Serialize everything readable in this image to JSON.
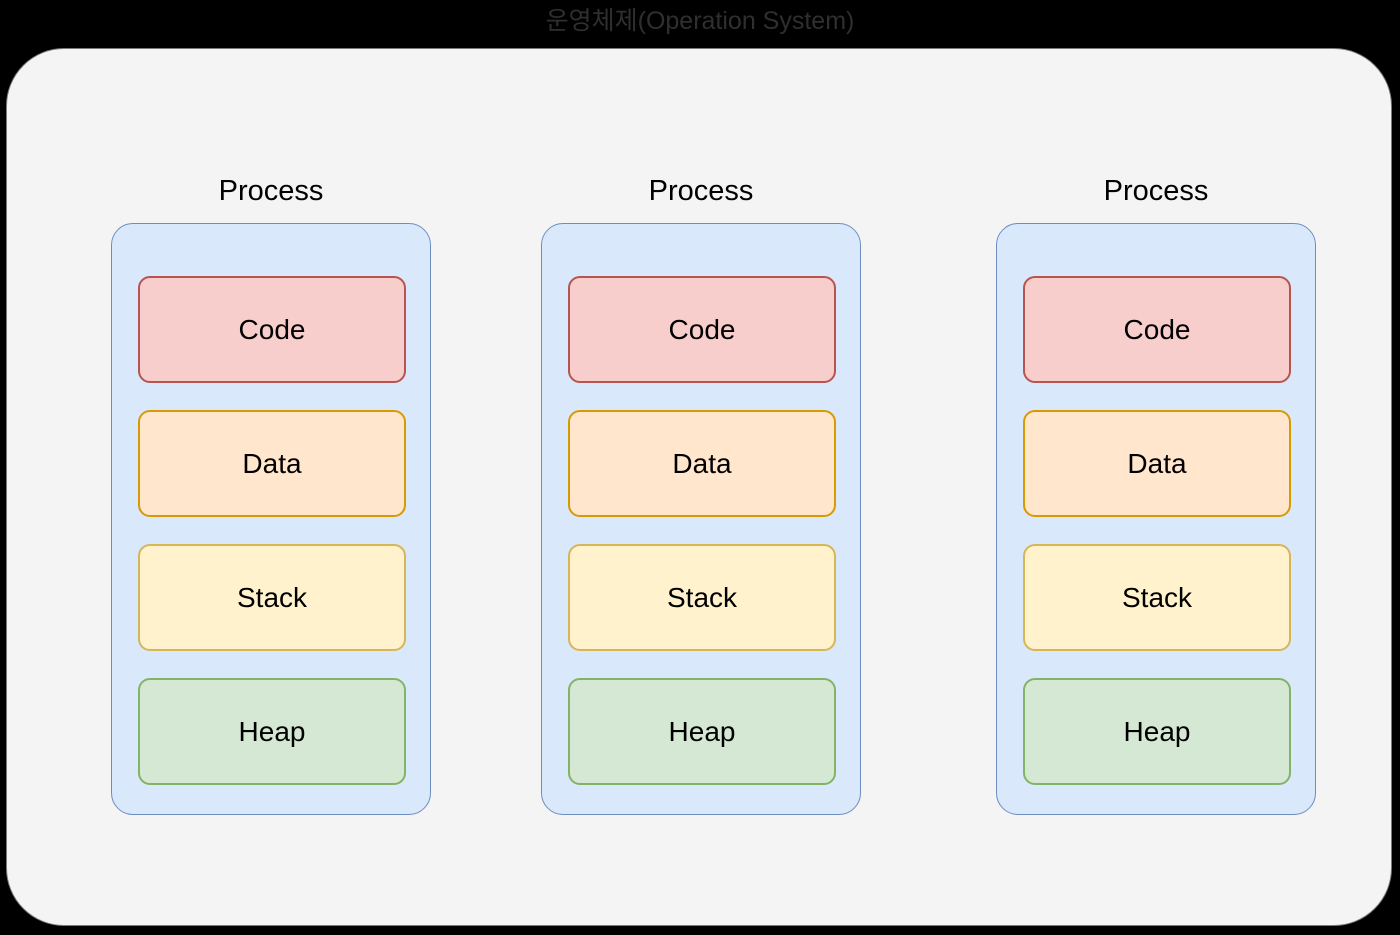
{
  "diagram": {
    "title": "운영체제(Operation System)",
    "title_color": "#2f2f2f",
    "background_color": "#000000",
    "os_container": {
      "name": "operating-system",
      "fill": "#f4f4f4",
      "border": "#7a7a7a"
    },
    "process_box_style": {
      "fill": "#dae8fc",
      "border": "#6c8ebf"
    },
    "segment_styles": {
      "Code": {
        "fill": "#f8cecc",
        "border": "#b85450"
      },
      "Data": {
        "fill": "#ffe6cc",
        "border": "#d79b00"
      },
      "Stack": {
        "fill": "#fff2cc",
        "border": "#d6b656"
      },
      "Heap": {
        "fill": "#d5e8d4",
        "border": "#82b366"
      }
    },
    "processes": [
      {
        "label": "Process",
        "segments": [
          {
            "label": "Code"
          },
          {
            "label": "Data"
          },
          {
            "label": "Stack"
          },
          {
            "label": "Heap"
          }
        ]
      },
      {
        "label": "Process",
        "segments": [
          {
            "label": "Code"
          },
          {
            "label": "Data"
          },
          {
            "label": "Stack"
          },
          {
            "label": "Heap"
          }
        ]
      },
      {
        "label": "Process",
        "segments": [
          {
            "label": "Code"
          },
          {
            "label": "Data"
          },
          {
            "label": "Stack"
          },
          {
            "label": "Heap"
          }
        ]
      }
    ]
  }
}
